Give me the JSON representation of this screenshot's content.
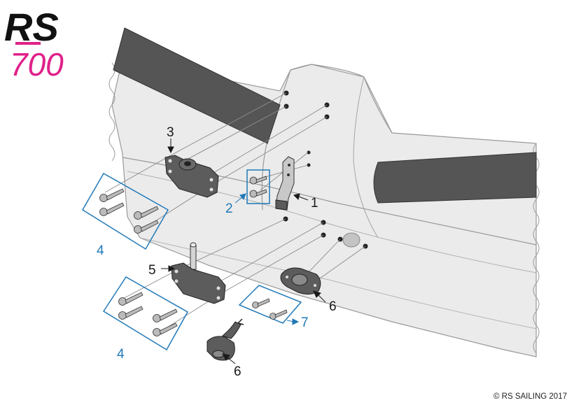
{
  "logo": {
    "rs_text": "RS",
    "model_text": "700"
  },
  "callouts": {
    "p1": "1",
    "p2": "2",
    "p3": "3",
    "p4a": "4",
    "p4b": "4",
    "p5": "5",
    "p6a": "6",
    "p6b": "6",
    "p7": "7"
  },
  "copyright": "© RS SAILING 2017",
  "colors": {
    "hull": "#ebebeb",
    "rail": "#555555",
    "part": "#5c5c5c",
    "callout_blue": "#2079b8",
    "logo_magenta": "#e0218a"
  }
}
